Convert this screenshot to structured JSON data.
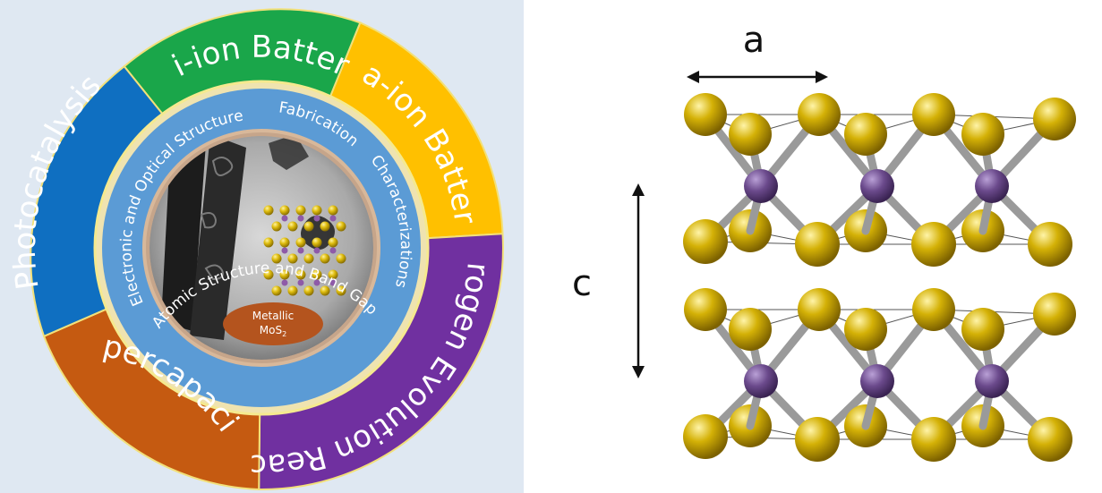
{
  "outer_ring": {
    "li_ion": "Li-ion Battery",
    "na_ion": "Na-ion Battery",
    "her": "Hydrogen Evolution Reaction",
    "supercapacitor": "Supercapacitor",
    "photocatalysis": "Photocatalysis"
  },
  "inner_ring": {
    "structures": "Electronic and Optical Structures",
    "fabrication": "Fabrication",
    "characterizations": "Characterizations",
    "band_gap": "Atomic Structure and Band Gap"
  },
  "center": {
    "line1": "Metallic",
    "line2": "MoS",
    "subscript": "2"
  },
  "lattice": {
    "a_label": "a",
    "c_label": "c"
  },
  "colors": {
    "li_ion": "#1aa64a",
    "na_ion": "#ffc000",
    "her": "#7030a0",
    "supercapacitor": "#c55a11",
    "photocatalysis": "#0f6fc1",
    "inner_ring": "#5b9bd5",
    "sulfur": "#d4b106",
    "molybdenum": "#6b4a8c"
  }
}
